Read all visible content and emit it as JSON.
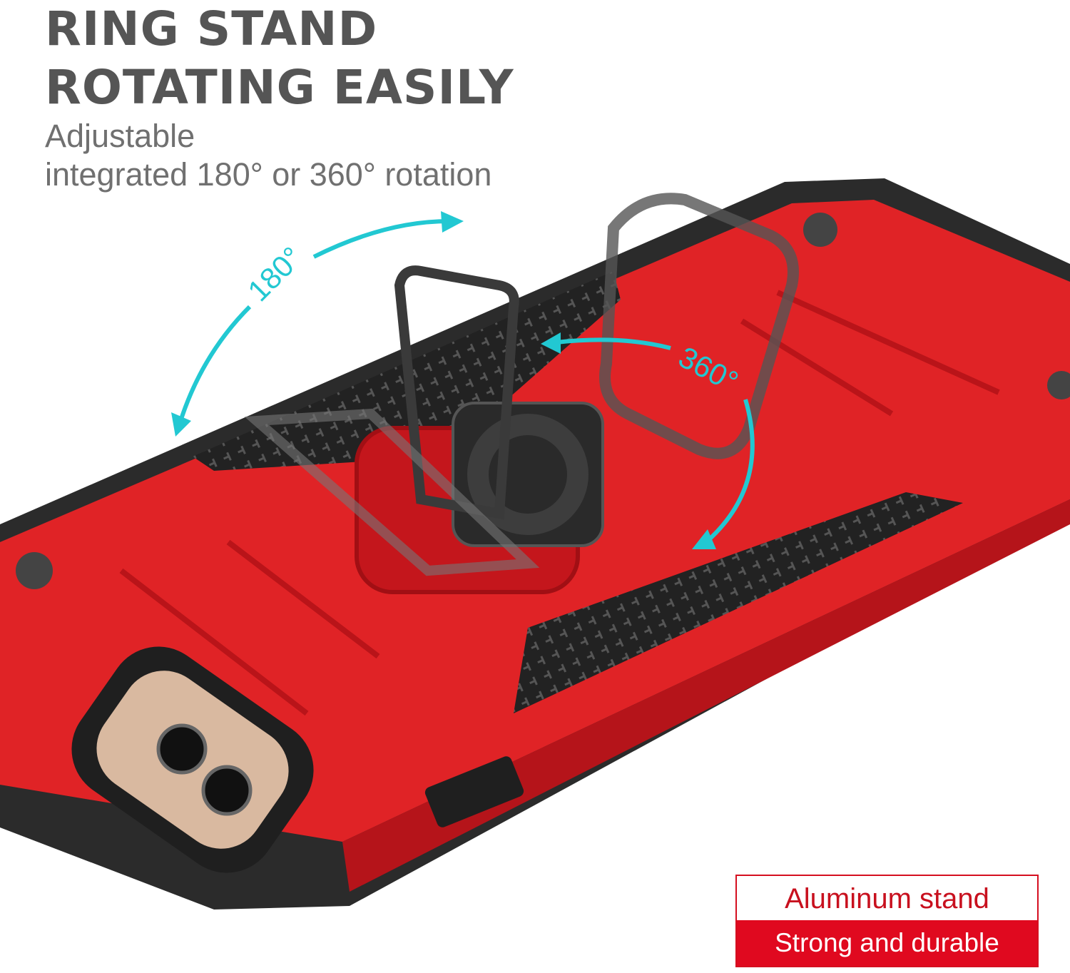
{
  "heading": {
    "line1": "RING STAND",
    "line2": "ROTATING EASILY"
  },
  "subheading": {
    "line1": "Adjustable",
    "line2": "integrated 180° or 360° rotation"
  },
  "annotations": {
    "rotation_180": "180°",
    "rotation_360": "360°"
  },
  "badge": {
    "top": "Aluminum stand",
    "bottom": "Strong and durable"
  },
  "colors": {
    "case_red": "#e02326",
    "bumper_black": "#2a2a2a",
    "arrow_cyan": "#22c8d2",
    "badge_red": "#e0091f"
  }
}
